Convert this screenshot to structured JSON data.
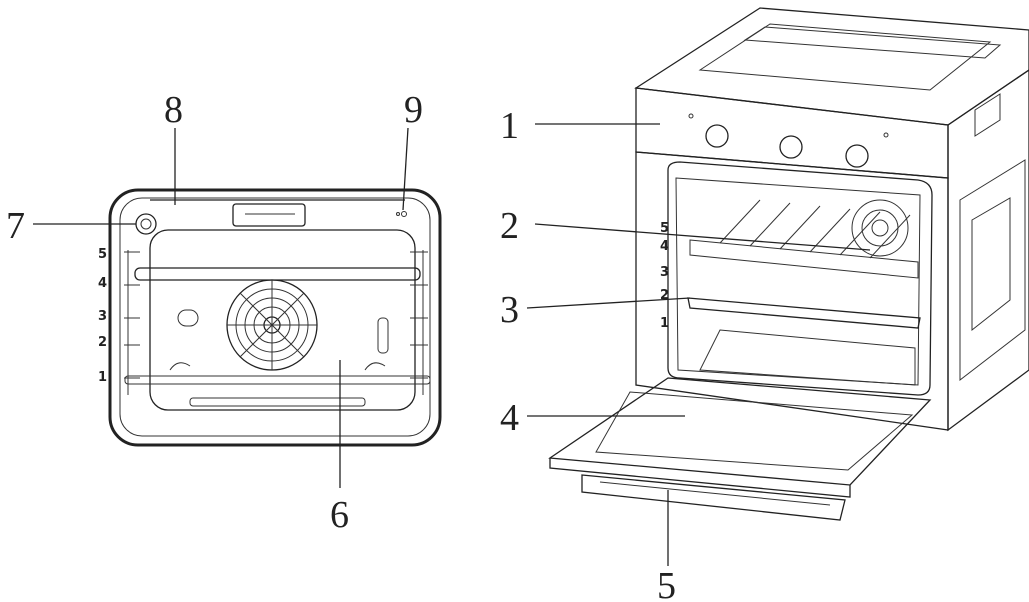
{
  "front_view": {
    "callouts": [
      "7",
      "8",
      "9",
      "6"
    ],
    "rack_levels": [
      "5",
      "4",
      "3",
      "2",
      "1"
    ]
  },
  "perspective_view": {
    "callouts": [
      "1",
      "2",
      "3",
      "4",
      "5"
    ],
    "rack_levels": [
      "5",
      "4",
      "3",
      "2",
      "1"
    ]
  }
}
